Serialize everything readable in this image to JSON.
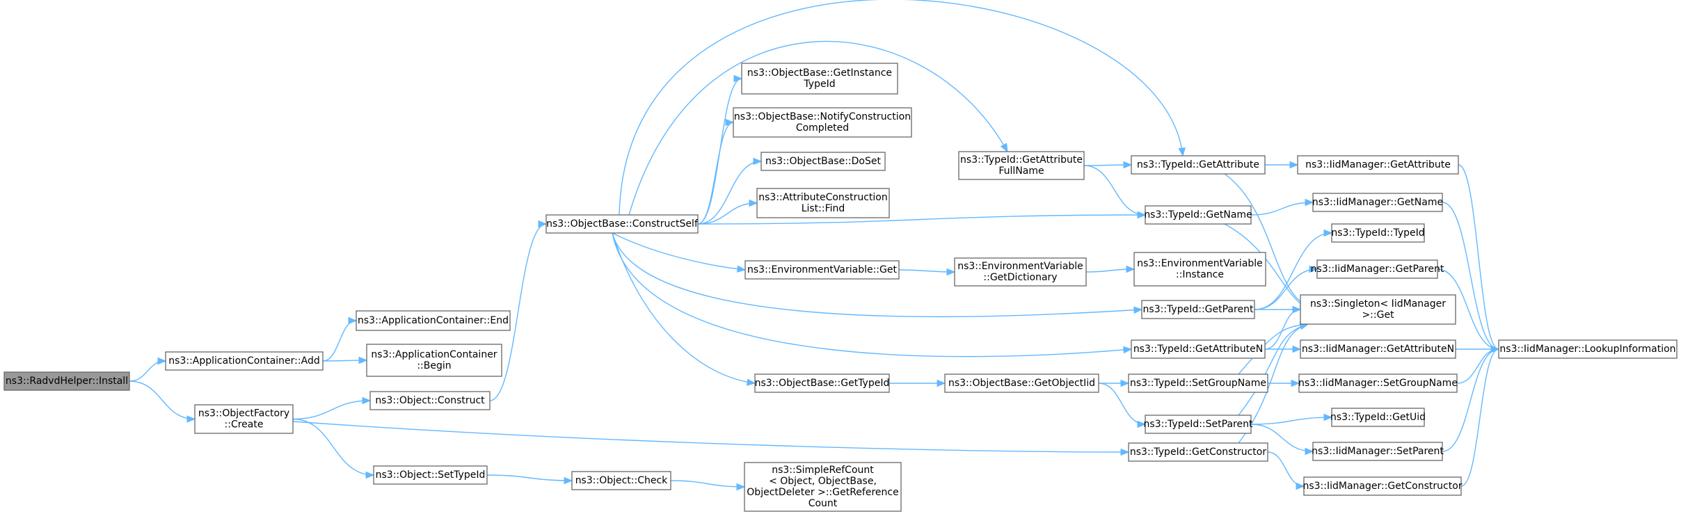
{
  "nodes": [
    {
      "id": "n0",
      "lines": [
        "ns3::RadvdHelper::Install"
      ],
      "root": true
    },
    {
      "id": "n1",
      "lines": [
        "ns3::ApplicationContainer::Add"
      ]
    },
    {
      "id": "n2",
      "lines": [
        "ns3::ApplicationContainer::End"
      ]
    },
    {
      "id": "n3",
      "lines": [
        "ns3::ApplicationContainer",
        "::Begin"
      ]
    },
    {
      "id": "n4",
      "lines": [
        "ns3::ObjectFactory",
        "::Create"
      ]
    },
    {
      "id": "n5",
      "lines": [
        "ns3::Object::Construct"
      ]
    },
    {
      "id": "n6",
      "lines": [
        "ns3::Object::SetTypeId"
      ]
    },
    {
      "id": "n7",
      "lines": [
        "ns3::Object::Check"
      ]
    },
    {
      "id": "n8",
      "lines": [
        "ns3::SimpleRefCount",
        "< Object, ObjectBase,",
        "ObjectDeleter >::GetReference",
        "Count"
      ]
    },
    {
      "id": "n9",
      "lines": [
        "ns3::ObjectBase::ConstructSelf"
      ]
    },
    {
      "id": "n10",
      "lines": [
        "ns3::ObjectBase::GetInstance",
        "TypeId"
      ]
    },
    {
      "id": "n11",
      "lines": [
        "ns3::ObjectBase::NotifyConstruction",
        "Completed"
      ]
    },
    {
      "id": "n12",
      "lines": [
        "ns3::ObjectBase::DoSet"
      ]
    },
    {
      "id": "n13",
      "lines": [
        "ns3::AttributeConstruction",
        "List::Find"
      ]
    },
    {
      "id": "n14",
      "lines": [
        "ns3::EnvironmentVariable::Get"
      ]
    },
    {
      "id": "n15",
      "lines": [
        "ns3::ObjectBase::GetTypeId"
      ]
    },
    {
      "id": "n16",
      "lines": [
        "ns3::TypeId::GetAttribute",
        "FullName"
      ]
    },
    {
      "id": "n17",
      "lines": [
        "ns3::EnvironmentVariable",
        "::GetDictionary"
      ]
    },
    {
      "id": "n18",
      "lines": [
        "ns3::EnvironmentVariable",
        "::Instance"
      ]
    },
    {
      "id": "n19",
      "lines": [
        "ns3::ObjectBase::GetObjectIid"
      ]
    },
    {
      "id": "n20",
      "lines": [
        "ns3::TypeId::GetAttribute"
      ]
    },
    {
      "id": "n21",
      "lines": [
        "ns3::TypeId::GetName"
      ]
    },
    {
      "id": "n22",
      "lines": [
        "ns3::TypeId::GetParent"
      ]
    },
    {
      "id": "n23",
      "lines": [
        "ns3::TypeId::GetAttributeN"
      ]
    },
    {
      "id": "n24",
      "lines": [
        "ns3::TypeId::SetGroupName"
      ]
    },
    {
      "id": "n25",
      "lines": [
        "ns3::TypeId::SetParent"
      ]
    },
    {
      "id": "n26",
      "lines": [
        "ns3::TypeId::GetConstructor"
      ]
    },
    {
      "id": "n27",
      "lines": [
        "ns3::IidManager::GetAttribute"
      ]
    },
    {
      "id": "n28",
      "lines": [
        "ns3::IidManager::GetName"
      ]
    },
    {
      "id": "n29",
      "lines": [
        "ns3::TypeId::TypeId"
      ]
    },
    {
      "id": "n30",
      "lines": [
        "ns3::IidManager::GetParent"
      ]
    },
    {
      "id": "n31",
      "lines": [
        "ns3::Singleton< IidManager",
        ">::Get"
      ]
    },
    {
      "id": "n32",
      "lines": [
        "ns3::IidManager::GetAttributeN"
      ]
    },
    {
      "id": "n33",
      "lines": [
        "ns3::IidManager::SetGroupName"
      ]
    },
    {
      "id": "n34",
      "lines": [
        "ns3::TypeId::GetUid"
      ]
    },
    {
      "id": "n35",
      "lines": [
        "ns3::IidManager::SetParent"
      ]
    },
    {
      "id": "n36",
      "lines": [
        "ns3::IidManager::GetConstructor"
      ]
    },
    {
      "id": "n37",
      "lines": [
        "ns3::IidManager::LookupInformation"
      ]
    }
  ],
  "edges": [
    [
      "n0",
      "n1"
    ],
    [
      "n0",
      "n4"
    ],
    [
      "n1",
      "n2"
    ],
    [
      "n1",
      "n3"
    ],
    [
      "n4",
      "n5"
    ],
    [
      "n4",
      "n6"
    ],
    [
      "n4",
      "n26"
    ],
    [
      "n5",
      "n9"
    ],
    [
      "n6",
      "n7"
    ],
    [
      "n7",
      "n8"
    ],
    [
      "n9",
      "n10"
    ],
    [
      "n9",
      "n11"
    ],
    [
      "n9",
      "n12"
    ],
    [
      "n9",
      "n13"
    ],
    [
      "n9",
      "n14"
    ],
    [
      "n9",
      "n15"
    ],
    [
      "n9",
      "n16"
    ],
    [
      "n9",
      "n20"
    ],
    [
      "n9",
      "n21"
    ],
    [
      "n9",
      "n22"
    ],
    [
      "n9",
      "n23"
    ],
    [
      "n14",
      "n17"
    ],
    [
      "n17",
      "n18"
    ],
    [
      "n15",
      "n19"
    ],
    [
      "n19",
      "n24"
    ],
    [
      "n19",
      "n25"
    ],
    [
      "n16",
      "n20"
    ],
    [
      "n16",
      "n21"
    ],
    [
      "n20",
      "n27"
    ],
    [
      "n20",
      "n31"
    ],
    [
      "n21",
      "n28"
    ],
    [
      "n21",
      "n31"
    ],
    [
      "n22",
      "n29"
    ],
    [
      "n22",
      "n30"
    ],
    [
      "n22",
      "n31"
    ],
    [
      "n23",
      "n32"
    ],
    [
      "n23",
      "n31"
    ],
    [
      "n24",
      "n33"
    ],
    [
      "n24",
      "n31"
    ],
    [
      "n25",
      "n34"
    ],
    [
      "n25",
      "n35"
    ],
    [
      "n25",
      "n31"
    ],
    [
      "n26",
      "n36"
    ],
    [
      "n26",
      "n31"
    ],
    [
      "n27",
      "n37"
    ],
    [
      "n28",
      "n37"
    ],
    [
      "n30",
      "n37"
    ],
    [
      "n32",
      "n37"
    ],
    [
      "n33",
      "n37"
    ],
    [
      "n35",
      "n37"
    ],
    [
      "n36",
      "n37"
    ]
  ]
}
